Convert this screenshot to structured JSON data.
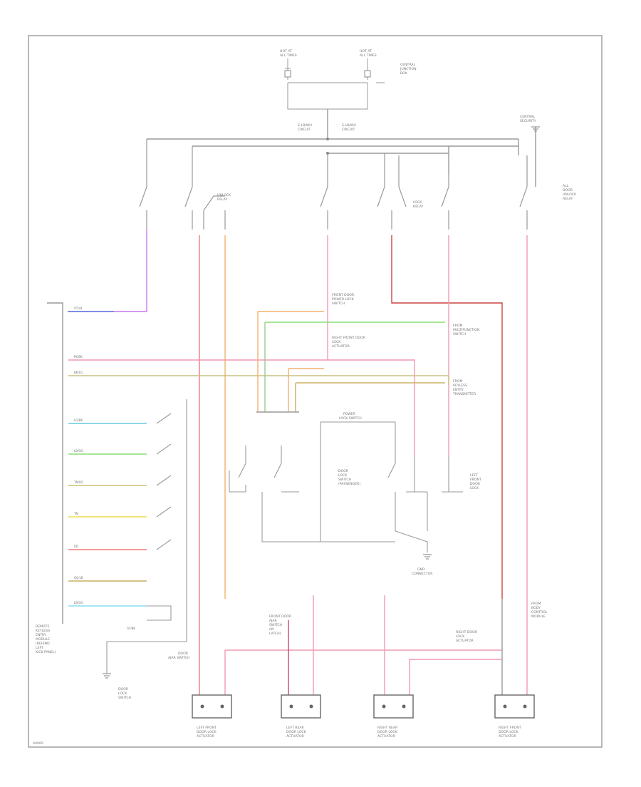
{
  "colors": {
    "frame": "#9a9a9a",
    "line": "#8c8c8c",
    "violet": "#cc77ee",
    "blue": "#5566dd",
    "pink": "#f29ab0",
    "red": "#e24848",
    "orange": "#f4b06a",
    "green": "#77dd66",
    "olive": "#b8b070",
    "cyan": "#66ccdd",
    "yellow": "#eedd55",
    "peach": "#f5c090"
  },
  "labels": {
    "fuse_a": [
      "HOT AT",
      "ALL TIMES"
    ],
    "fuse_b": [
      "HOT AT",
      "ALL TIMES"
    ],
    "fuse_note": [
      "CENTRAL",
      "JUNCTION",
      "BOX"
    ],
    "splice_a": [
      "S-LB/WH",
      "CIRCUIT"
    ],
    "splice_b": [
      "S-LB/WH",
      "CIRCUIT"
    ],
    "ground_top": [
      "CENTRAL",
      "SECURITY"
    ],
    "relay_1": [
      "UNLOCK",
      "RELAY"
    ],
    "relay_2": [
      "LOCK",
      "RELAY"
    ],
    "relay_3": [
      "ALL",
      "DOOR",
      "UNLOCK",
      "RELAY"
    ],
    "module_left": [
      "REMOTE",
      "KEYLESS",
      "ENTRY",
      "MODULE",
      "(BEHIND",
      "LEFT",
      "KICK PANEL)"
    ],
    "mid_note_1": [
      "FRONT DOOR",
      "POWER LOCK",
      "SWITCH"
    ],
    "mid_note_2": [
      "RIGHT FRONT DOOR",
      "LOCK",
      "ACTUATOR"
    ],
    "right_note_1": [
      "FROM",
      "MULTIFUNCTION",
      "SWITCH"
    ],
    "right_note_2": [
      "FROM",
      "KEYLESS",
      "ENTRY",
      "TRANSMITTER"
    ],
    "center_box": [
      "POWER",
      "LOCK SWITCH"
    ],
    "center_note": [
      "DOOR",
      "LOCK",
      "SWITCH",
      "(PASSENGER)"
    ],
    "switch_right": [
      "LEFT",
      "FRONT",
      "DOOR",
      "LOCK"
    ],
    "ground_mid": [
      "GND",
      "CONNECTOR"
    ],
    "left_switch_note": [
      "DOOR",
      "AJAR SWITCH"
    ],
    "left_bottom": [
      "DOOR",
      "LOCK",
      "SWITCH"
    ],
    "bottom_note_1": [
      "FRONT DOOR",
      "AJAR",
      "SWITCH",
      "(IN",
      "LATCH)"
    ],
    "bottom_note_2": [
      "RIGHT DOOR",
      "LOCK",
      "ACTUATOR"
    ],
    "right_bottom_note": [
      "FROM",
      "BODY",
      "CONTROL",
      "MODULE"
    ],
    "act_1": [
      "LEFT FRONT",
      "DOOR LOCK",
      "ACTUATOR"
    ],
    "act_2": [
      "LEFT REAR",
      "DOOR LOCK",
      "ACTUATOR"
    ],
    "act_3": [
      "RIGHT REAR",
      "DOOR LOCK",
      "ACTUATOR"
    ],
    "act_4": [
      "RIGHT FRONT",
      "DOOR LOCK",
      "ACTUATOR"
    ],
    "corner": "A0000"
  },
  "wire_codes": [
    "VT/LB",
    "PK/BK",
    "BK/LG",
    "LG/BK",
    "LB/OG",
    "TN/OG",
    "TN",
    "RD",
    "OG/LB",
    "LB/OG",
    "GY/BK"
  ]
}
